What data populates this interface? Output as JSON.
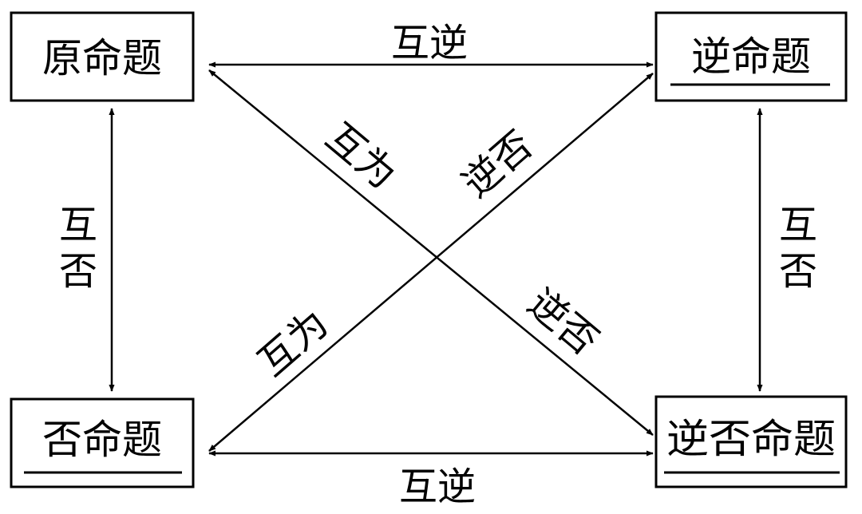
{
  "boxes": {
    "original": "原命题",
    "converse": "逆命题",
    "inverse": "否命题",
    "contrapositive": "逆否命题"
  },
  "relations": {
    "top": "互逆",
    "bottom": "互逆",
    "left": [
      "互",
      "否"
    ],
    "right": [
      "互",
      "否"
    ],
    "diag_upper_left": "互为",
    "diag_upper_right": "逆否",
    "diag_lower_left": "互为",
    "diag_lower_right": "逆否"
  }
}
